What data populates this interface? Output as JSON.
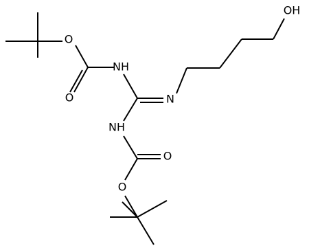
{
  "molecule": {
    "atoms": {
      "hydroxyl": "OH",
      "imine_n": "N",
      "nh_top": "NH",
      "nh_bottom": "NH",
      "ester_o_top": "O",
      "carbonyl_o_top": "O",
      "carbonyl_o_bottom": "O",
      "ester_o_bottom": "O"
    }
  }
}
